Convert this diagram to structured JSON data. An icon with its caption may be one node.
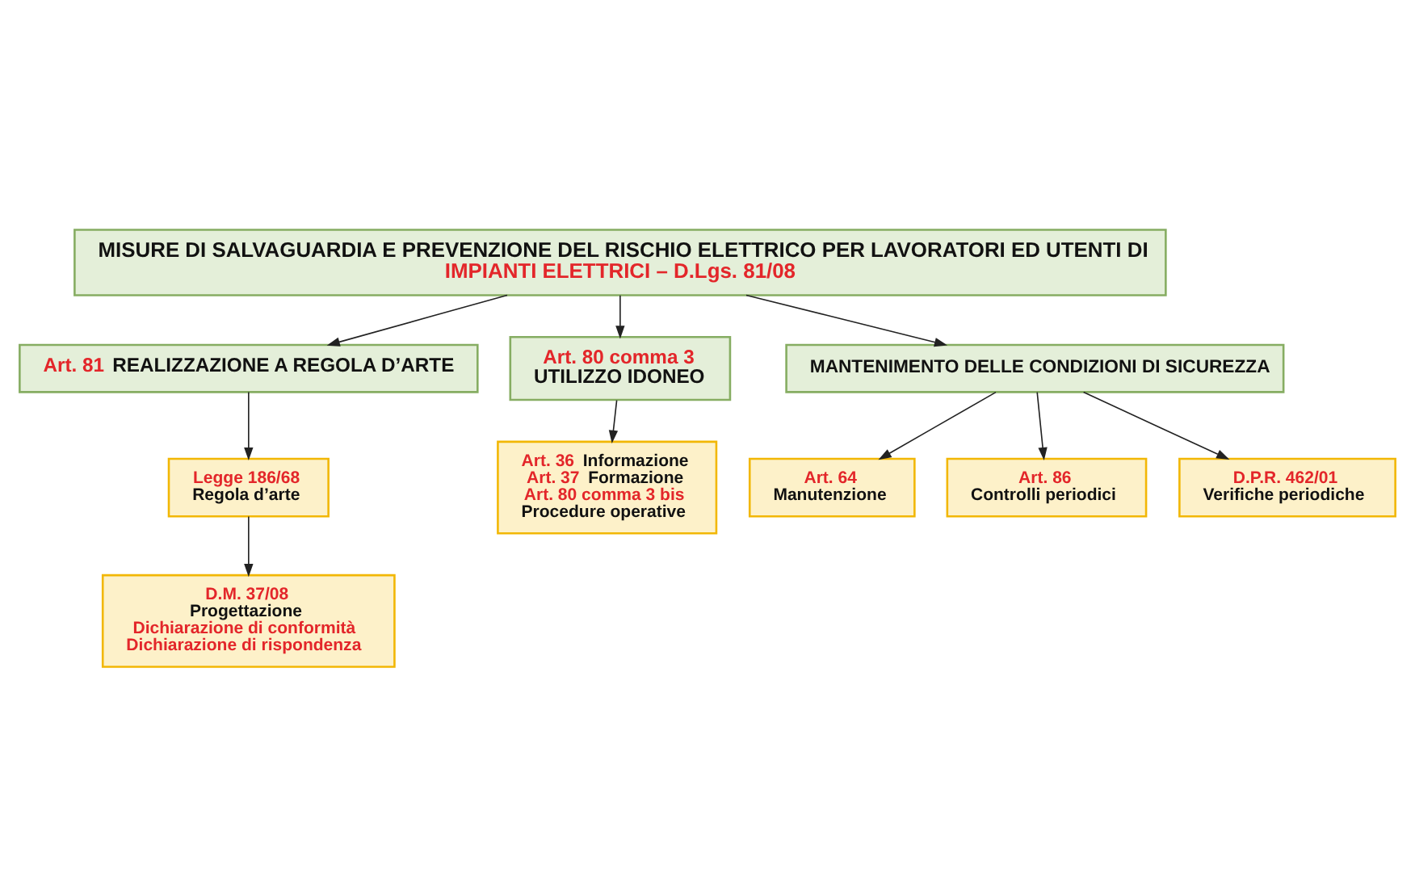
{
  "diagram": {
    "nodes": [
      {
        "text": [
          "MISURE DI SALVAGUARDIA E PREVENZIONE DEL RISCHIO ELETTRICO PER LAVORATORI ED UTENTI DI",
          "IMPIANTI ELETTRICI – D.Lgs. 81/08"
        ]
      },
      {
        "text": [
          "Art. 81",
          "REALIZZAZIONE A REGOLA D’ARTE"
        ]
      },
      {
        "text": [
          "Art. 80 comma 3",
          "UTILIZZO IDONEO"
        ]
      },
      {
        "text": [
          "MANTENIMENTO DELLE CONDIZIONI DI SICUREZZA"
        ]
      },
      {
        "text": [
          "Legge 186/68",
          "Regola d’arte"
        ]
      },
      {
        "text": [
          "D.M. 37/08",
          "Progettazione",
          "Dichiarazione di conformità",
          "Dichiarazione di rispondenza"
        ]
      },
      {
        "text": [
          "Art. 36",
          "Informazione",
          "Art. 37",
          "Formazione",
          "Art. 80 comma 3 bis",
          "Procedure operative"
        ]
      },
      {
        "text": [
          "Art. 64",
          "Manutenzione"
        ]
      },
      {
        "text": [
          "Art. 86",
          "Controlli periodici"
        ]
      },
      {
        "text": [
          "D.P.R. 462/01",
          "Verifiche periodiche"
        ]
      }
    ],
    "edges": [
      {
        "from": 0,
        "to": 1,
        "arrow": "to"
      },
      {
        "from": 0,
        "to": 2,
        "arrow": "to"
      },
      {
        "from": 0,
        "to": 3,
        "arrow": "to"
      },
      {
        "from": 1,
        "to": 4,
        "arrow": "to"
      },
      {
        "from": 4,
        "to": 5,
        "arrow": "to"
      },
      {
        "from": 2,
        "to": 6,
        "arrow": "to"
      },
      {
        "from": 3,
        "to": 7,
        "arrow": "to"
      },
      {
        "from": 3,
        "to": 8,
        "arrow": "to"
      },
      {
        "from": 3,
        "to": 9,
        "arrow": "to"
      }
    ]
  }
}
